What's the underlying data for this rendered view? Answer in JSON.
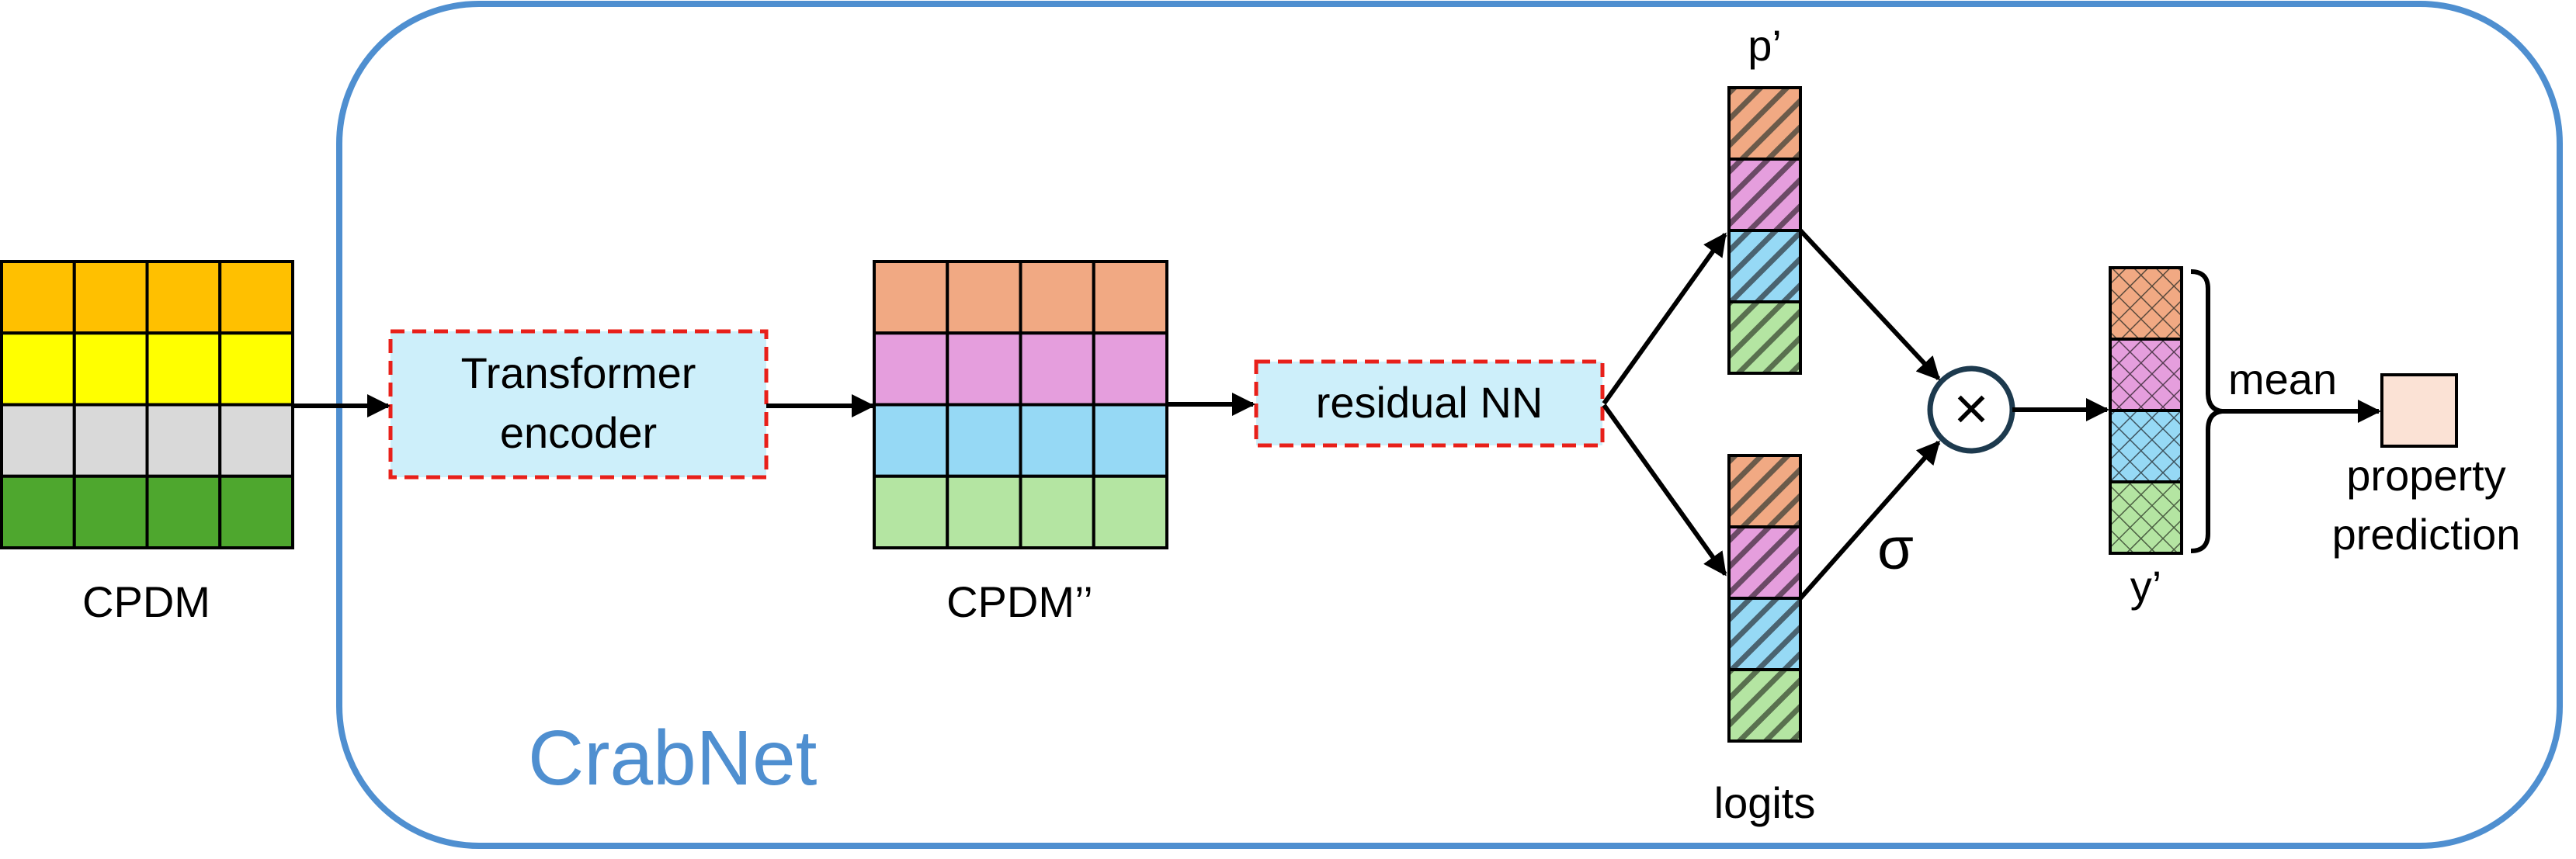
{
  "labels": {
    "cpdm": "CPDM",
    "cpdm2": "CPDM’’",
    "transformer_line1": "Transformer",
    "transformer_line2": "encoder",
    "residual": "residual NN",
    "p_prime": "p’",
    "logits": "logits",
    "sigma": "σ",
    "times": "×",
    "y_prime": "y’",
    "mean": "mean",
    "property_line1": "property",
    "property_line2": "prediction",
    "crabnet": "CrabNet"
  },
  "colors": {
    "frame": "#4f8fd0",
    "crabnet_text": "#4f8fd0",
    "dashed_border": "#e8201a",
    "module_fill": "#cdeffa",
    "cpdm_rows": [
      "#ffc000",
      "#ffff00",
      "#d9d9d9",
      "#4ea72e"
    ],
    "cpdm2_rows": [
      "#f1a983",
      "#e59edd",
      "#96d9f5",
      "#b4e5a2"
    ],
    "output_fill": "#fbe2d5"
  }
}
